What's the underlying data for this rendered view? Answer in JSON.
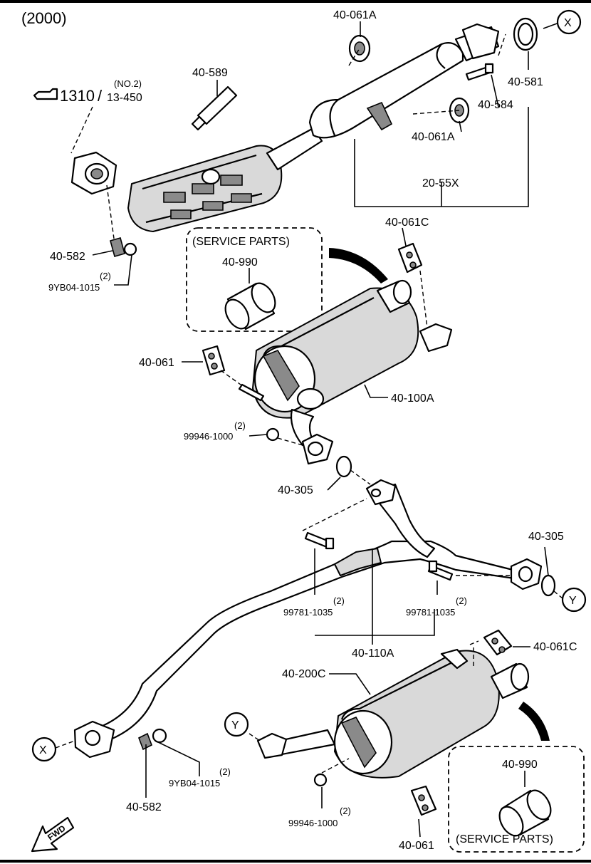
{
  "diagram": {
    "year": "(2000)",
    "ref_main": "1310",
    "ref_slash": "/",
    "ref_sub": "13-450",
    "ref_note": "(NO.2)",
    "fwd": "FWD",
    "service_parts": "(SERVICE PARTS)",
    "callouts": {
      "x": "X",
      "y": "Y"
    },
    "labels": {
      "p40_061A_top": "40-061A",
      "p40_589": "40-589",
      "p40_581": "40-581",
      "p40_584": "40-584",
      "p40_061A_mid": "40-061A",
      "p20_55X": "20-55X",
      "p40_582_top": "40-582",
      "qty_9yb_top": "(2)",
      "p9yb_top": "9YB04-1015",
      "p40_061C_top": "40-061C",
      "p40_990_top": "40-990",
      "p40_061": "40-061",
      "p40_100A": "40-100A",
      "qty_99946_top": "(2)",
      "p99946_top": "99946-1000",
      "p40_305_left": "40-305",
      "p40_305_right": "40-305",
      "qty_99781_left": "(2)",
      "p99781_left": "99781-1035",
      "qty_99781_right": "(2)",
      "p99781_right": "99781-1035",
      "p40_110A": "40-110A",
      "p40_061C_bottom": "40-061C",
      "p40_200C": "40-200C",
      "qty_9yb_bottom": "(2)",
      "p9yb_bottom": "9YB04-1015",
      "p40_582_bottom": "40-582",
      "qty_99946_bottom": "(2)",
      "p99946_bottom": "99946-1000",
      "p40_061_bottom": "40-061",
      "p40_990_bottom": "40-990"
    }
  }
}
